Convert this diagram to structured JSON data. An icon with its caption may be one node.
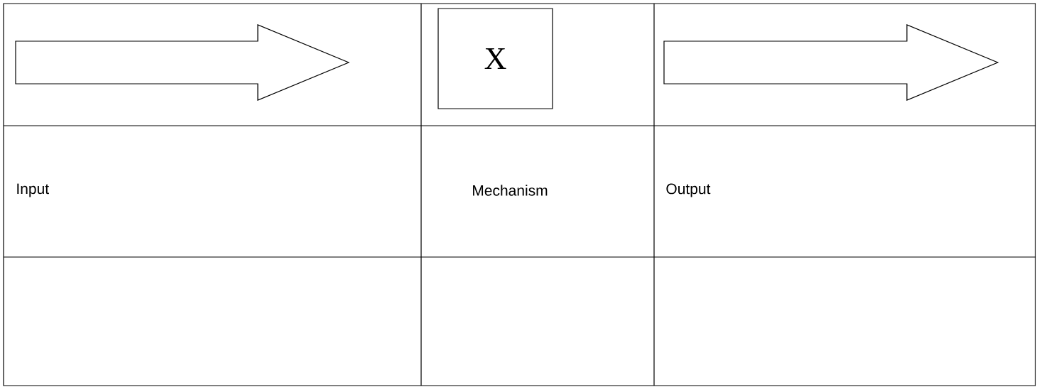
{
  "diagram": {
    "nodes": [
      {
        "text": [
          "X"
        ]
      }
    ],
    "labels": [
      "Input",
      "Mechanism",
      "Output"
    ]
  }
}
